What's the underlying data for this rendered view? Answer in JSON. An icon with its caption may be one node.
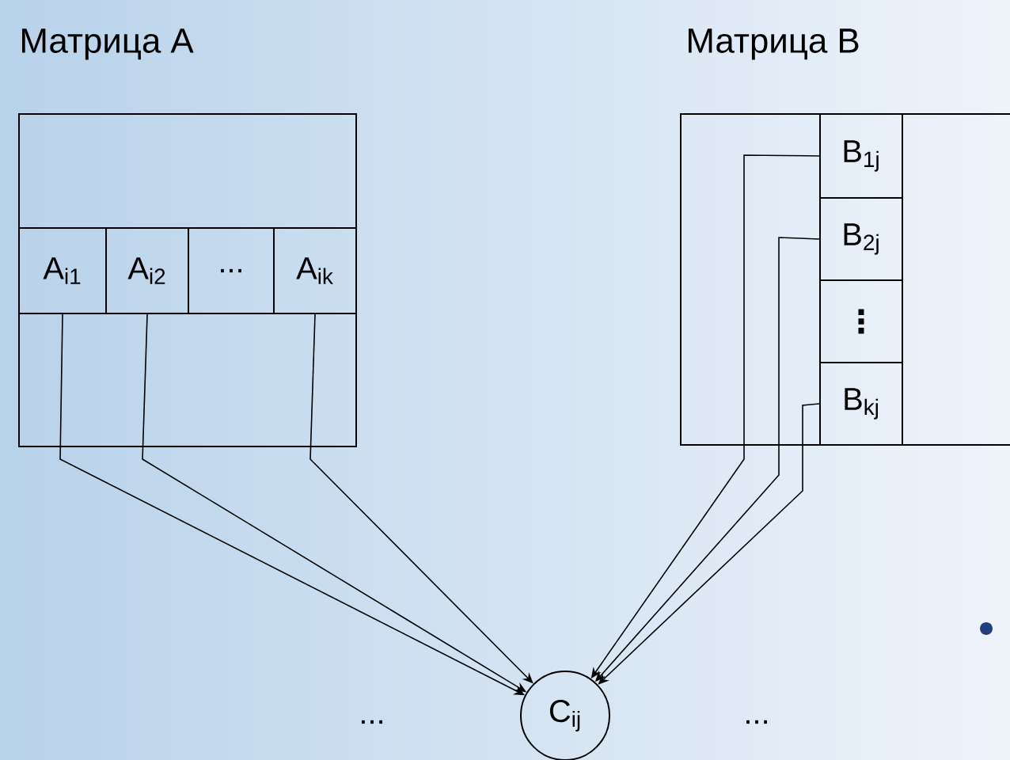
{
  "diagram": {
    "nodes": [
      {
        "text": [
          "Матрица A"
        ]
      },
      {
        "text": [
          "A$_{i1}$"
        ],
        "in": 0
      },
      {
        "text": [
          "A$_{i2}$"
        ],
        "in": 0
      },
      {
        "text": [
          "..."
        ],
        "in": 0
      },
      {
        "text": [
          "A$_{ik}$"
        ],
        "in": 0
      },
      {
        "text": [
          "Матрица B"
        ]
      },
      {
        "text": [
          "B$_{1j}$"
        ],
        "in": 5
      },
      {
        "text": [
          "B$_{2j}$"
        ],
        "in": 5
      },
      {
        "text": [
          "⋮"
        ],
        "in": 5
      },
      {
        "text": [
          "B$_{kj}$"
        ],
        "in": 5
      },
      {
        "text": [
          "C$_{ij}$"
        ]
      }
    ],
    "edges": [
      {
        "from": 1,
        "to": 10,
        "arrow": "to"
      },
      {
        "from": 2,
        "to": 10,
        "arrow": "to"
      },
      {
        "from": 4,
        "to": 10,
        "arrow": "to"
      },
      {
        "from": 6,
        "to": 10,
        "arrow": "to"
      },
      {
        "from": 7,
        "to": 10,
        "arrow": "to"
      },
      {
        "from": 9,
        "to": 10,
        "arrow": "to"
      }
    ],
    "labels": [
      "...",
      "..."
    ]
  }
}
